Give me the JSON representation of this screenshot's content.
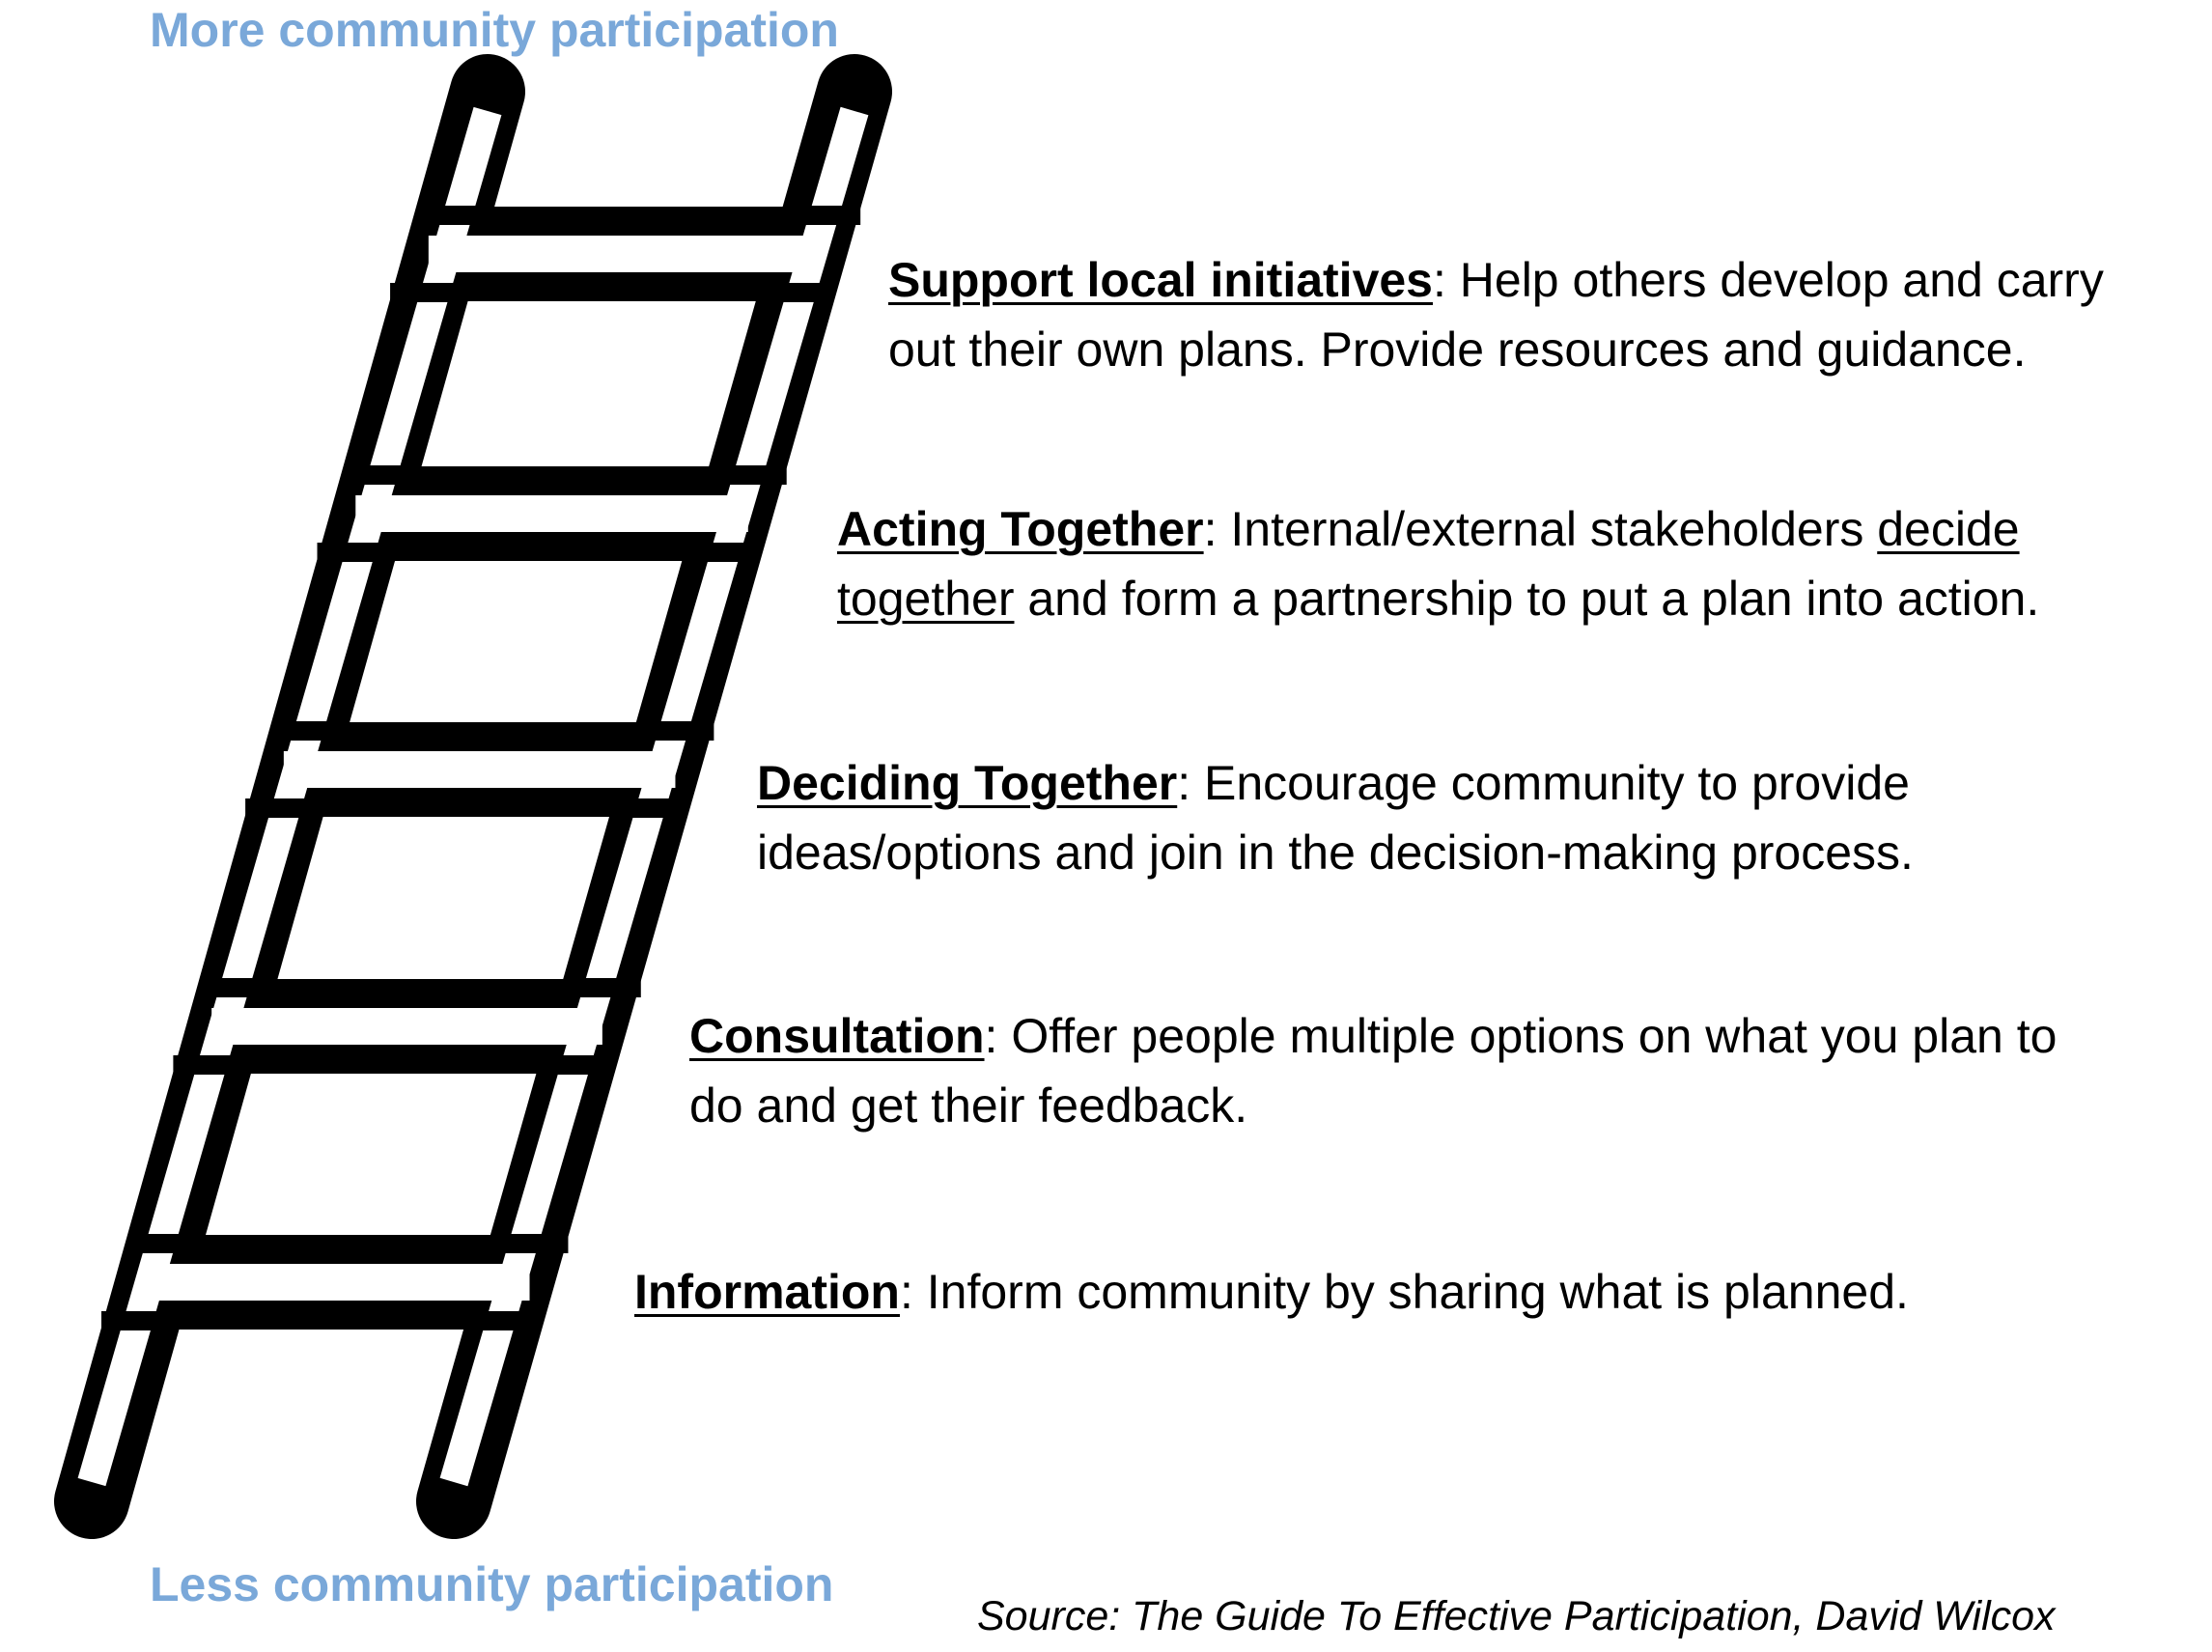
{
  "labels": {
    "top": "More community participation",
    "bottom": "Less community participation"
  },
  "colors": {
    "axis_label": "#7aa8d9",
    "ladder": "#000000",
    "text": "#000000"
  },
  "rungs": [
    {
      "term": "Support local initiatives",
      "line1": ": Help others develop and carry",
      "line2": "out their own plans. Provide resources and guidance."
    },
    {
      "term": "Acting Together",
      "line1": ": Internal/external stakeholders ",
      "emph1": "decide",
      "emph2": "together",
      "line2": " and form a partnership to put a plan into action."
    },
    {
      "term": "Deciding Together",
      "line1": ": Encourage community to provide",
      "line2": "ideas/options and join in the decision-making process."
    },
    {
      "term": "Consultation",
      "line1": ": Offer people multiple options on what you plan to",
      "line2": "do and get their feedback."
    },
    {
      "term": "Information",
      "line1": ": Inform community by sharing what is planned."
    }
  ],
  "source": "Source: The Guide To Effective Participation, David Wilcox"
}
